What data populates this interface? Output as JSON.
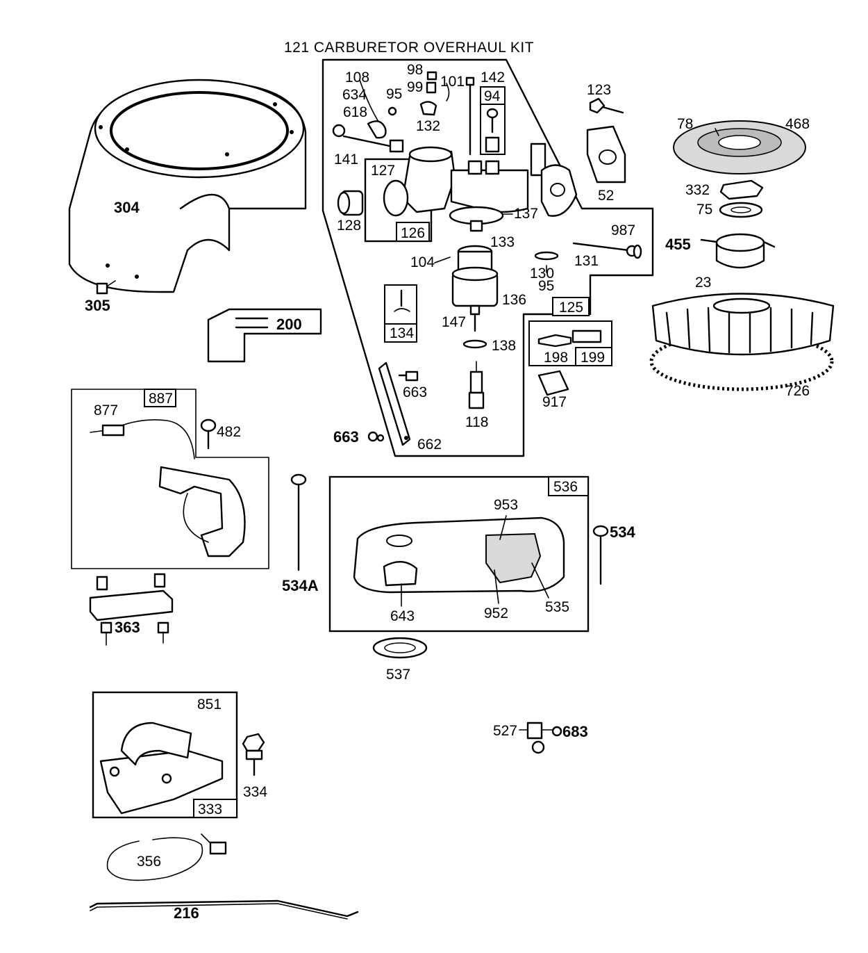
{
  "title": "121 CARBURETOR OVERHAUL KIT",
  "labels": {
    "p304": "304",
    "p305": "305",
    "p200": "200",
    "p108": "108",
    "p634": "634",
    "p618": "618",
    "p141": "141",
    "p98": "98",
    "p99": "99",
    "p95a": "95",
    "p101": "101",
    "p142": "142",
    "p94": "94",
    "p132": "132",
    "p127": "127",
    "p128": "128",
    "p126": "126",
    "p137": "137",
    "p123": "123",
    "p52": "52",
    "p104": "104",
    "p133": "133",
    "p136": "136",
    "p130": "130",
    "p95b": "95",
    "p131": "131",
    "p987": "987",
    "p125": "125",
    "p134": "134",
    "p147": "147",
    "p138": "138",
    "p198": "198",
    "p199": "199",
    "p917": "917",
    "p663a": "663",
    "p663b": "663",
    "p662": "662",
    "p118": "118",
    "p78": "78",
    "p468": "468",
    "p332": "332",
    "p75": "75",
    "p455": "455",
    "p23": "23",
    "p726": "726",
    "p877": "877",
    "p887": "887",
    "p482": "482",
    "p363": "363",
    "p534a": "534A",
    "p536": "536",
    "p953": "953",
    "p534": "534",
    "p643": "643",
    "p952": "952",
    "p535": "535",
    "p537": "537",
    "p851": "851",
    "p334": "334",
    "p333": "333",
    "p356": "356",
    "p216": "216",
    "p527": "527",
    "p683": "683"
  }
}
